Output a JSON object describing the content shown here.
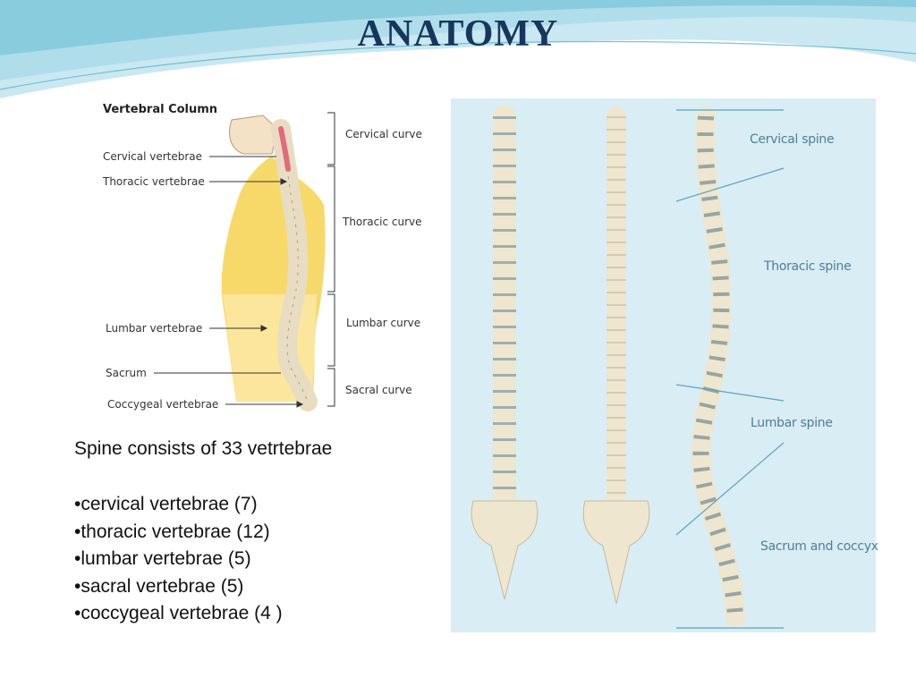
{
  "slide": {
    "title": "ANATOMY"
  },
  "left_figure": {
    "title": "Vertebral Column",
    "labels_left": [
      "Cervical vertebrae",
      "Thoracic vertebrae",
      "Lumbar vertebrae",
      "Sacrum",
      "Coccygeal vertebrae"
    ],
    "labels_right": [
      "Cervical curve",
      "Thoracic curve",
      "Lumbar curve",
      "Sacral curve"
    ]
  },
  "right_figure": {
    "labels": [
      "Cervical spine",
      "Thoracic spine",
      "Lumbar spine",
      "Sacrum and coccyx"
    ]
  },
  "content": {
    "intro": "Spine consists of 33 vetrtebrae",
    "bullets": [
      "•cervical vertebrae (7)",
      "•thoracic vertebrae (12)",
      "•lumbar vertebrae (5)",
      "•sacral vertebrae (5)",
      "•coccygeal vertebrae (4 )"
    ]
  },
  "colors": {
    "title": "#17365d",
    "wave_light": "#c9e8f1",
    "wave_mid": "#7fc7da",
    "panel_bg": "#d9edf5",
    "bone": "#efe6cf",
    "body_fill": "#f7d96a"
  }
}
